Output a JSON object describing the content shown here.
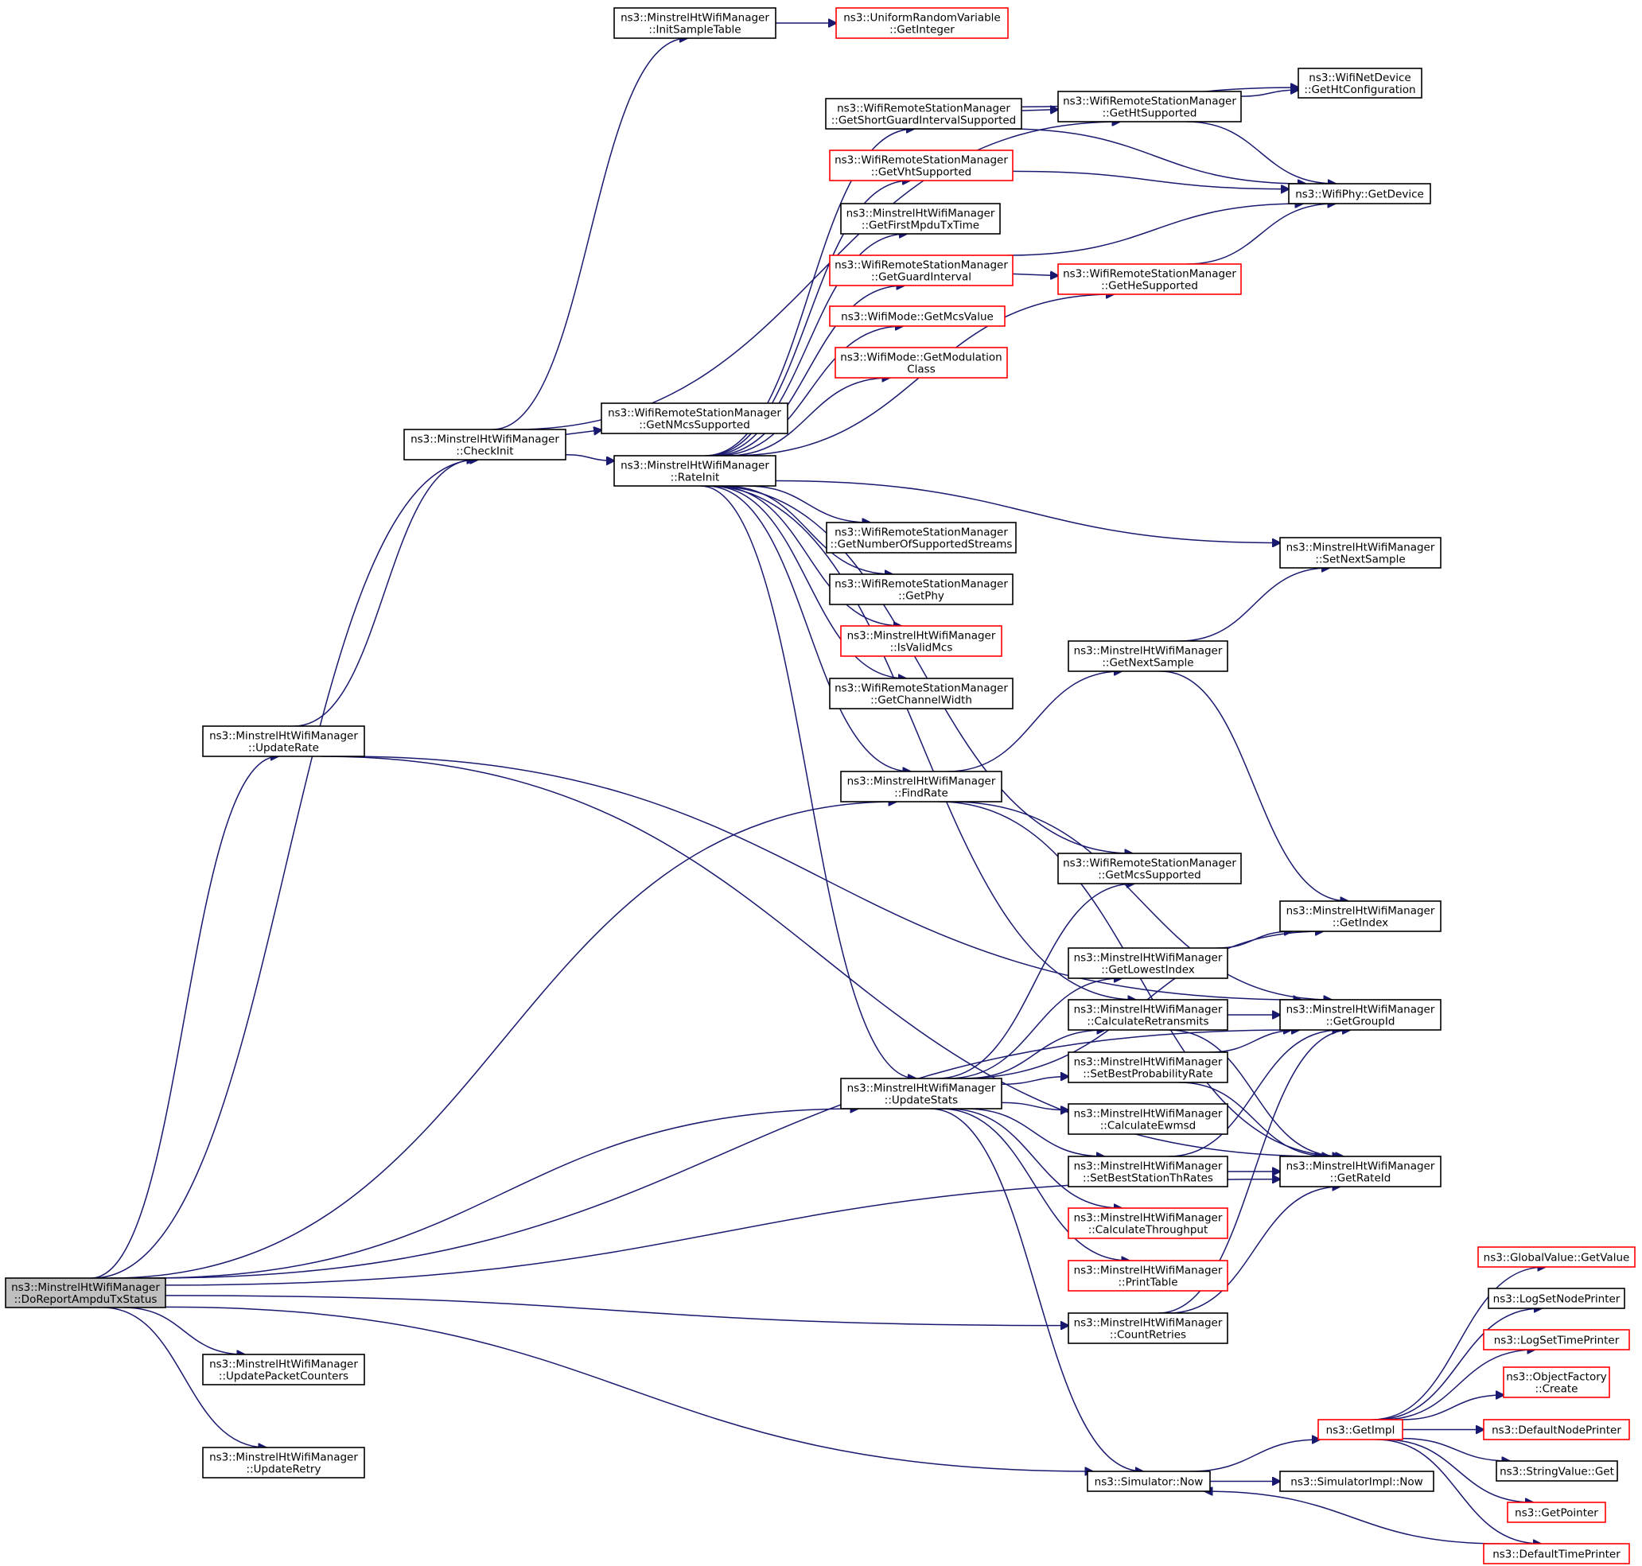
{
  "nodes": [
    {
      "id": "root",
      "lines": [
        "ns3::MinstrelHtWifiManager",
        "::DoReportAmpduTxStatus"
      ],
      "style": "root"
    },
    {
      "id": "checkinit",
      "lines": [
        "ns3::MinstrelHtWifiManager",
        "::CheckInit"
      ],
      "style": "normal"
    },
    {
      "id": "inittable",
      "lines": [
        "ns3::MinstrelHtWifiManager",
        "::InitSampleTable"
      ],
      "style": "normal"
    },
    {
      "id": "getinteger",
      "lines": [
        "ns3::UniformRandomVariable",
        "::GetInteger"
      ],
      "style": "red"
    },
    {
      "id": "getnmcs",
      "lines": [
        "ns3::WifiRemoteStationManager",
        "::GetNMcsSupported"
      ],
      "style": "normal"
    },
    {
      "id": "rateinit",
      "lines": [
        "ns3::MinstrelHtWifiManager",
        "::RateInit"
      ],
      "style": "normal"
    },
    {
      "id": "getsgi",
      "lines": [
        "ns3::WifiRemoteStationManager",
        "::GetShortGuardIntervalSupported"
      ],
      "style": "normal"
    },
    {
      "id": "getht",
      "lines": [
        "ns3::WifiRemoteStationManager",
        "::GetHtSupported"
      ],
      "style": "normal"
    },
    {
      "id": "gethtconf",
      "lines": [
        "ns3::WifiNetDevice",
        "::GetHtConfiguration"
      ],
      "style": "normal"
    },
    {
      "id": "getdevice",
      "lines": [
        "ns3::WifiPhy::GetDevice"
      ],
      "style": "normal"
    },
    {
      "id": "getvht",
      "lines": [
        "ns3::WifiRemoteStationManager",
        "::GetVhtSupported"
      ],
      "style": "red"
    },
    {
      "id": "getfirstmpdu",
      "lines": [
        "ns3::MinstrelHtWifiManager",
        "::GetFirstMpduTxTime"
      ],
      "style": "normal"
    },
    {
      "id": "getgi",
      "lines": [
        "ns3::WifiRemoteStationManager",
        "::GetGuardInterval"
      ],
      "style": "red"
    },
    {
      "id": "gethe",
      "lines": [
        "ns3::WifiRemoteStationManager",
        "::GetHeSupported"
      ],
      "style": "red"
    },
    {
      "id": "getmcsvalue",
      "lines": [
        "ns3::WifiMode::GetMcsValue"
      ],
      "style": "red"
    },
    {
      "id": "getmodclass",
      "lines": [
        "ns3::WifiMode::GetModulation",
        "Class"
      ],
      "style": "red"
    },
    {
      "id": "getnss",
      "lines": [
        "ns3::WifiRemoteStationManager",
        "::GetNumberOfSupportedStreams"
      ],
      "style": "normal"
    },
    {
      "id": "getphy",
      "lines": [
        "ns3::WifiRemoteStationManager",
        "::GetPhy"
      ],
      "style": "normal"
    },
    {
      "id": "isvalidmcs",
      "lines": [
        "ns3::MinstrelHtWifiManager",
        "::IsValidMcs"
      ],
      "style": "red"
    },
    {
      "id": "getcw",
      "lines": [
        "ns3::WifiRemoteStationManager",
        "::GetChannelWidth"
      ],
      "style": "normal"
    },
    {
      "id": "setnextsample",
      "lines": [
        "ns3::MinstrelHtWifiManager",
        "::SetNextSample"
      ],
      "style": "normal"
    },
    {
      "id": "getnextsample",
      "lines": [
        "ns3::MinstrelHtWifiManager",
        "::GetNextSample"
      ],
      "style": "normal"
    },
    {
      "id": "updaterate",
      "lines": [
        "ns3::MinstrelHtWifiManager",
        "::UpdateRate"
      ],
      "style": "normal"
    },
    {
      "id": "findrate",
      "lines": [
        "ns3::MinstrelHtWifiManager",
        "::FindRate"
      ],
      "style": "normal"
    },
    {
      "id": "getmcssup",
      "lines": [
        "ns3::WifiRemoteStationManager",
        "::GetMcsSupported"
      ],
      "style": "normal"
    },
    {
      "id": "getindex",
      "lines": [
        "ns3::MinstrelHtWifiManager",
        "::GetIndex"
      ],
      "style": "normal"
    },
    {
      "id": "getlowest",
      "lines": [
        "ns3::MinstrelHtWifiManager",
        "::GetLowestIndex"
      ],
      "style": "normal"
    },
    {
      "id": "calcretrans",
      "lines": [
        "ns3::MinstrelHtWifiManager",
        "::CalculateRetransmits"
      ],
      "style": "normal"
    },
    {
      "id": "getgroupid",
      "lines": [
        "ns3::MinstrelHtWifiManager",
        "::GetGroupId"
      ],
      "style": "normal"
    },
    {
      "id": "setbestprob",
      "lines": [
        "ns3::MinstrelHtWifiManager",
        "::SetBestProbabilityRate"
      ],
      "style": "normal"
    },
    {
      "id": "updatestats",
      "lines": [
        "ns3::MinstrelHtWifiManager",
        "::UpdateStats"
      ],
      "style": "normal"
    },
    {
      "id": "calcewmsd",
      "lines": [
        "ns3::MinstrelHtWifiManager",
        "::CalculateEwmsd"
      ],
      "style": "normal"
    },
    {
      "id": "setbestth",
      "lines": [
        "ns3::MinstrelHtWifiManager",
        "::SetBestStationThRates"
      ],
      "style": "normal"
    },
    {
      "id": "getrateid",
      "lines": [
        "ns3::MinstrelHtWifiManager",
        "::GetRateId"
      ],
      "style": "normal"
    },
    {
      "id": "calcthr",
      "lines": [
        "ns3::MinstrelHtWifiManager",
        "::CalculateThroughput"
      ],
      "style": "red"
    },
    {
      "id": "printtable",
      "lines": [
        "ns3::MinstrelHtWifiManager",
        "::PrintTable"
      ],
      "style": "red"
    },
    {
      "id": "countretries",
      "lines": [
        "ns3::MinstrelHtWifiManager",
        "::CountRetries"
      ],
      "style": "normal"
    },
    {
      "id": "updatepkt",
      "lines": [
        "ns3::MinstrelHtWifiManager",
        "::UpdatePacketCounters"
      ],
      "style": "normal"
    },
    {
      "id": "updateretry",
      "lines": [
        "ns3::MinstrelHtWifiManager",
        "::UpdateRetry"
      ],
      "style": "normal"
    },
    {
      "id": "simnow",
      "lines": [
        "ns3::Simulator::Now"
      ],
      "style": "normal"
    },
    {
      "id": "simimplnow",
      "lines": [
        "ns3::SimulatorImpl::Now"
      ],
      "style": "normal"
    },
    {
      "id": "getimpl",
      "lines": [
        "ns3::GetImpl"
      ],
      "style": "red"
    },
    {
      "id": "gvgetvalue",
      "lines": [
        "ns3::GlobalValue::GetValue"
      ],
      "style": "red"
    },
    {
      "id": "logsetnode",
      "lines": [
        "ns3::LogSetNodePrinter"
      ],
      "style": "normal"
    },
    {
      "id": "logsettime",
      "lines": [
        "ns3::LogSetTimePrinter"
      ],
      "style": "red"
    },
    {
      "id": "objfactory",
      "lines": [
        "ns3::ObjectFactory",
        "::Create"
      ],
      "style": "red"
    },
    {
      "id": "defnodeprinter",
      "lines": [
        "ns3::DefaultNodePrinter"
      ],
      "style": "red"
    },
    {
      "id": "strvalget",
      "lines": [
        "ns3::StringValue::Get"
      ],
      "style": "normal"
    },
    {
      "id": "getpointer",
      "lines": [
        "ns3::GetPointer"
      ],
      "style": "red"
    },
    {
      "id": "deftimeprinter",
      "lines": [
        "ns3::DefaultTimePrinter"
      ],
      "style": "red"
    }
  ],
  "edges": [
    [
      "root",
      "checkinit"
    ],
    [
      "root",
      "updaterate"
    ],
    [
      "root",
      "findrate"
    ],
    [
      "root",
      "getgroupid"
    ],
    [
      "root",
      "updatestats"
    ],
    [
      "root",
      "countretries"
    ],
    [
      "root",
      "updatepkt"
    ],
    [
      "root",
      "getrateid"
    ],
    [
      "root",
      "updateretry"
    ],
    [
      "root",
      "simnow"
    ],
    [
      "checkinit",
      "inittable"
    ],
    [
      "checkinit",
      "getht"
    ],
    [
      "checkinit",
      "getnmcs"
    ],
    [
      "checkinit",
      "rateinit"
    ],
    [
      "inittable",
      "getinteger"
    ],
    [
      "rateinit",
      "getsgi"
    ],
    [
      "rateinit",
      "getvht"
    ],
    [
      "rateinit",
      "getfirstmpdu"
    ],
    [
      "rateinit",
      "getgi"
    ],
    [
      "rateinit",
      "getmcsvalue"
    ],
    [
      "rateinit",
      "getmodclass"
    ],
    [
      "rateinit",
      "gethe"
    ],
    [
      "rateinit",
      "setnextsample"
    ],
    [
      "rateinit",
      "getmcssup"
    ],
    [
      "rateinit",
      "getnss"
    ],
    [
      "rateinit",
      "getphy"
    ],
    [
      "rateinit",
      "isvalidmcs"
    ],
    [
      "rateinit",
      "getcw"
    ],
    [
      "rateinit",
      "findrate"
    ],
    [
      "rateinit",
      "calcretrans"
    ],
    [
      "rateinit",
      "updatestats"
    ],
    [
      "getsgi",
      "getht"
    ],
    [
      "getsgi",
      "gethtconf"
    ],
    [
      "getsgi",
      "getdevice"
    ],
    [
      "getht",
      "gethtconf"
    ],
    [
      "getht",
      "getdevice"
    ],
    [
      "getvht",
      "getdevice"
    ],
    [
      "getgi",
      "getdevice"
    ],
    [
      "getgi",
      "gethe"
    ],
    [
      "gethe",
      "getdevice"
    ],
    [
      "getnextsample",
      "setnextsample"
    ],
    [
      "getnextsample",
      "getindex"
    ],
    [
      "updaterate",
      "checkinit"
    ],
    [
      "updaterate",
      "getgroupid"
    ],
    [
      "updaterate",
      "getrateid"
    ],
    [
      "findrate",
      "getnextsample"
    ],
    [
      "findrate",
      "getgroupid"
    ],
    [
      "findrate",
      "getrateid"
    ],
    [
      "getlowest",
      "getindex"
    ],
    [
      "calcretrans",
      "getgroupid"
    ],
    [
      "calcretrans",
      "getrateid"
    ],
    [
      "setbestprob",
      "getgroupid"
    ],
    [
      "setbestprob",
      "getrateid"
    ],
    [
      "setbestth",
      "getgroupid"
    ],
    [
      "setbestth",
      "getrateid"
    ],
    [
      "updatestats",
      "getmcssup"
    ],
    [
      "updatestats",
      "getindex"
    ],
    [
      "updatestats",
      "getlowest"
    ],
    [
      "updatestats",
      "calcretrans"
    ],
    [
      "updatestats",
      "setbestprob"
    ],
    [
      "updatestats",
      "calcewmsd"
    ],
    [
      "updatestats",
      "setbestth"
    ],
    [
      "updatestats",
      "calcthr"
    ],
    [
      "updatestats",
      "printtable"
    ],
    [
      "updatestats",
      "simnow"
    ],
    [
      "countretries",
      "getgroupid"
    ],
    [
      "countretries",
      "getrateid"
    ],
    [
      "simnow",
      "simimplnow"
    ],
    [
      "simnow",
      "getimpl"
    ],
    [
      "getimpl",
      "gvgetvalue"
    ],
    [
      "getimpl",
      "logsetnode"
    ],
    [
      "getimpl",
      "logsettime"
    ],
    [
      "getimpl",
      "objfactory"
    ],
    [
      "getimpl",
      "defnodeprinter"
    ],
    [
      "getimpl",
      "strvalget"
    ],
    [
      "getimpl",
      "getpointer"
    ],
    [
      "getimpl",
      "deftimeprinter"
    ],
    [
      "deftimeprinter",
      "simnow"
    ]
  ]
}
